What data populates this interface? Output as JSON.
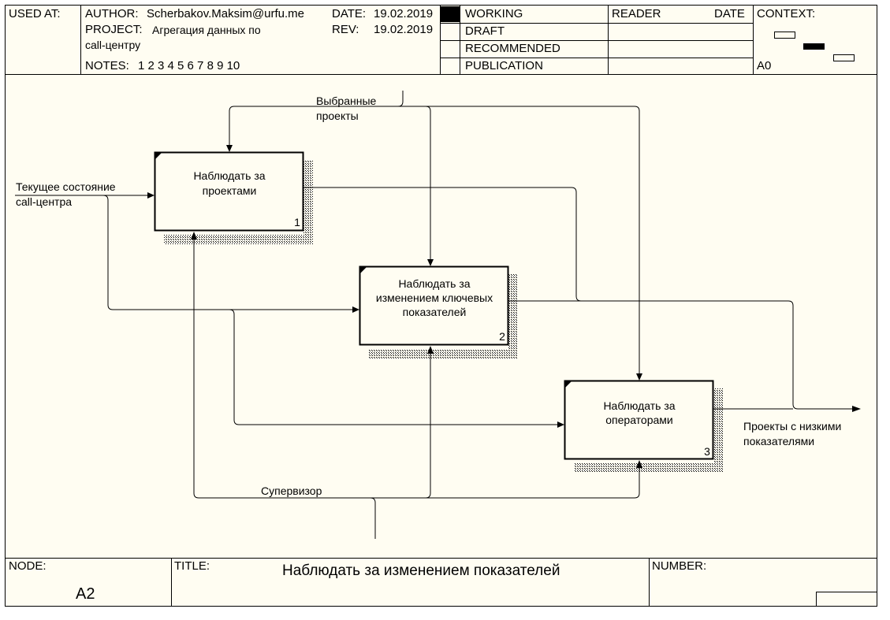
{
  "header": {
    "used_at_label": "USED AT:",
    "author_label": "AUTHOR:",
    "author_value": "Scherbakov.Maksim@urfu.me",
    "date_label": "DATE:",
    "date_value": "19.02.2019",
    "project_label": "PROJECT:",
    "project_value_line1": "Агрегация данных по",
    "project_value_line2": "call-центру",
    "rev_label": "REV:",
    "rev_value": "19.02.2019",
    "notes_label": "NOTES:",
    "notes_numbers": "1  2  3  4  5  6  7  8  9  10",
    "status": [
      "WORKING",
      "DRAFT",
      "RECOMMENDED",
      "PUBLICATION"
    ],
    "reader_label": "READER",
    "reader_date_label": "DATE",
    "context_label": "CONTEXT:",
    "context_node": "A0"
  },
  "diagram": {
    "boxes": [
      {
        "label_lines": [
          "Наблюдать за",
          "проектами"
        ],
        "number": "1"
      },
      {
        "label_lines": [
          "Наблюдать за",
          "изменением ключевых",
          "показателей"
        ],
        "number": "2"
      },
      {
        "label_lines": [
          "Наблюдать за",
          "операторами"
        ],
        "number": "3"
      }
    ],
    "arrows": {
      "input": [
        "Текущее состояние",
        "call-центра"
      ],
      "control": [
        "Выбранные",
        "проекты"
      ],
      "mechanism": [
        "Супервизор"
      ],
      "output": [
        "Проекты с низкими",
        "показателями"
      ]
    }
  },
  "footer": {
    "node_label": "NODE:",
    "node_value": "A2",
    "title_label": "TITLE:",
    "title_value": "Наблюдать за изменением показателей",
    "number_label": "NUMBER:"
  }
}
